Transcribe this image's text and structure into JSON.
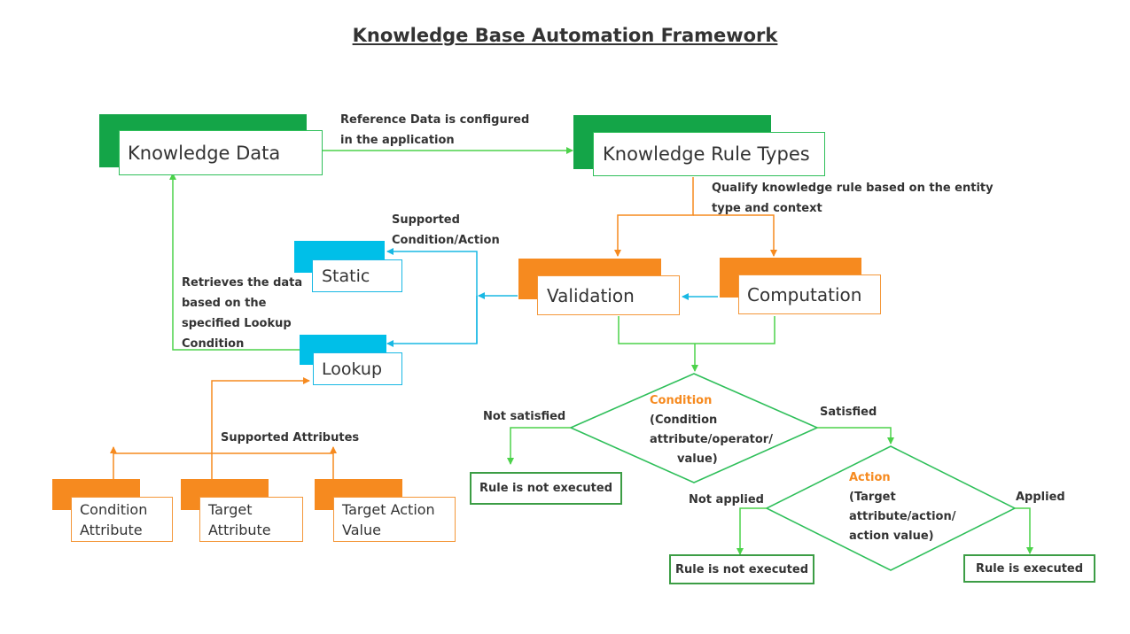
{
  "title": "Knowledge Base Automation Framework",
  "colors": {
    "green": "#14a548",
    "green_line": "#4cd24a",
    "blue": "#00bfe8",
    "orange": "#f68a1f",
    "result_border": "#3c9d45"
  },
  "nodes": {
    "knowledge_data": "Knowledge Data",
    "knowledge_rule_types": "Knowledge Rule Types",
    "static": "Static",
    "lookup": "Lookup",
    "validation": "Validation",
    "computation": "Computation",
    "condition_attribute": [
      "Condition",
      "Attribute"
    ],
    "target_attribute": [
      "Target",
      "Attribute"
    ],
    "target_action_value": [
      "Target Action",
      "Value"
    ]
  },
  "edge_labels": {
    "reference_data": [
      "Reference Data is configured",
      "in the application"
    ],
    "qualify_rule": [
      "Qualify knowledge rule based on the entity",
      "type and context"
    ],
    "supported_condition_action": [
      "Supported",
      "Condition/Action"
    ],
    "retrieves_data": [
      "Retrieves the data",
      "based on the",
      "specified Lookup",
      "Condition"
    ],
    "supported_attributes": "Supported Attributes",
    "not_satisfied": "Not satisfied",
    "satisfied": "Satisfied",
    "not_applied": "Not applied",
    "applied": "Applied"
  },
  "decisions": {
    "condition": {
      "heading": "Condition",
      "lines": [
        "(Condition",
        "attribute/operator/",
        "value)"
      ]
    },
    "action": {
      "heading": "Action",
      "lines": [
        "(Target",
        "attribute/action/",
        "action value)"
      ]
    }
  },
  "results": {
    "condition_not_executed": "Rule is not executed",
    "action_not_executed": "Rule is not executed",
    "action_executed": "Rule is executed"
  }
}
